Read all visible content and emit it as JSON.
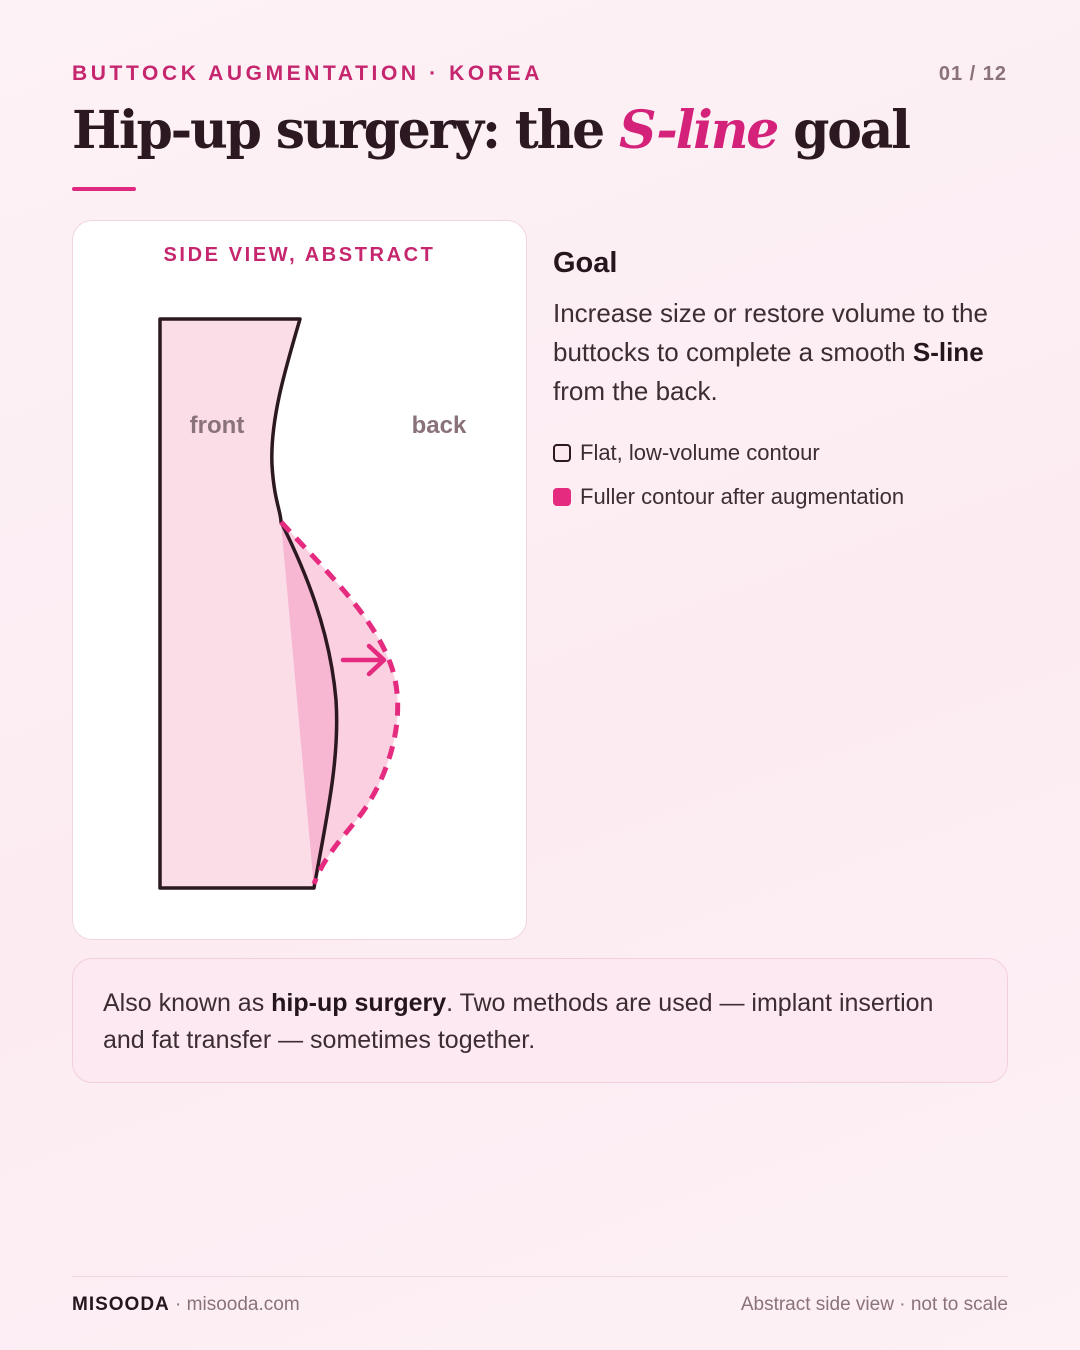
{
  "header": {
    "eyebrow": "BUTTOCK AUGMENTATION · KOREA",
    "page_indicator": "01 / 12",
    "title_before": "Hip-up surgery: the ",
    "title_emphasis": "S-line",
    "title_after": " goal"
  },
  "diagram": {
    "label": "SIDE VIEW, ABSTRACT",
    "front_label": "front",
    "back_label": "back"
  },
  "goal": {
    "heading": "Goal",
    "text_before": "Increase size or restore volume to the buttocks to complete a smooth ",
    "text_bold": "S-line",
    "text_after": " from the back."
  },
  "legend": [
    {
      "label": "Flat, low-volume contour",
      "style": "outline"
    },
    {
      "label": "Fuller contour after augmentation",
      "style": "filled"
    }
  ],
  "note": {
    "text_before": "Also known as ",
    "text_bold": "hip-up surgery",
    "text_after": ". Two methods are used — implant insertion and fat transfer — sometimes together."
  },
  "footer": {
    "brand": "MISOODA",
    "site": " · misooda.com",
    "disclaimer": "Abstract side view · not to scale"
  },
  "colors": {
    "accent": "#e0287e",
    "accent_text": "#c5266e",
    "ink": "#2b1820",
    "body_fill": "#fadde7",
    "volume_fill": "#f7b6d2",
    "augment_fill": "#fbd0e1"
  }
}
